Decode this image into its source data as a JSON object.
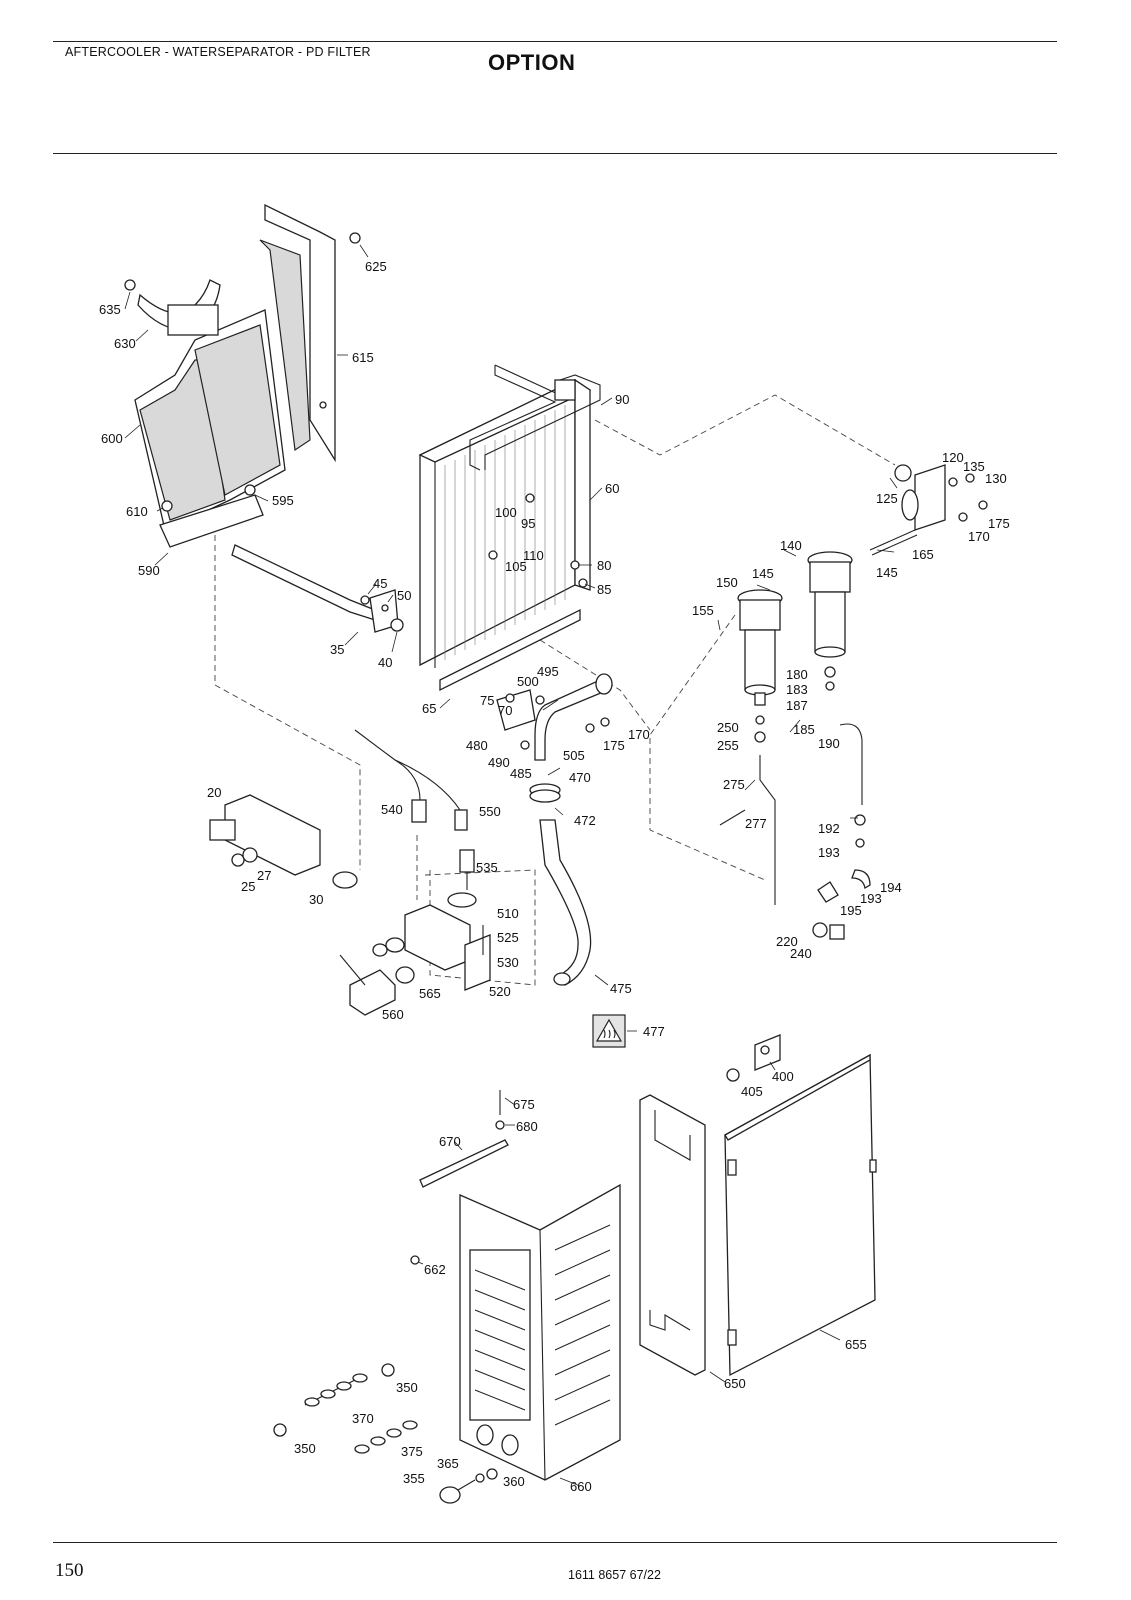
{
  "header": {
    "title": "AFTERCOOLER - WATERSEPARATOR - PD FILTER",
    "option": "OPTION"
  },
  "footer": {
    "page_number": "150",
    "doc_code": "1611 8657 67/22"
  },
  "diagram": {
    "warning_symbol": "hot-surface-warning-icon",
    "part_numbers": [
      "625",
      "635",
      "630",
      "615",
      "600",
      "610",
      "595",
      "590",
      "90",
      "60",
      "100",
      "95",
      "110",
      "105",
      "80",
      "85",
      "45",
      "50",
      "35",
      "40",
      "120",
      "135",
      "130",
      "125",
      "175",
      "170",
      "165",
      "145",
      "140",
      "150",
      "145",
      "155",
      "495",
      "500",
      "75",
      "70",
      "65",
      "170",
      "175",
      "480",
      "505",
      "490",
      "485",
      "470",
      "472",
      "180",
      "183",
      "187",
      "185",
      "190",
      "250",
      "255",
      "275",
      "277",
      "192",
      "193",
      "194",
      "193",
      "195",
      "220",
      "240",
      "20",
      "27",
      "25",
      "30",
      "540",
      "550",
      "535",
      "510",
      "525",
      "530",
      "520",
      "565",
      "560",
      "475",
      "477",
      "400",
      "405",
      "675",
      "680",
      "670",
      "662",
      "655",
      "650",
      "350",
      "370",
      "375",
      "350",
      "365",
      "355",
      "360",
      "660"
    ]
  }
}
